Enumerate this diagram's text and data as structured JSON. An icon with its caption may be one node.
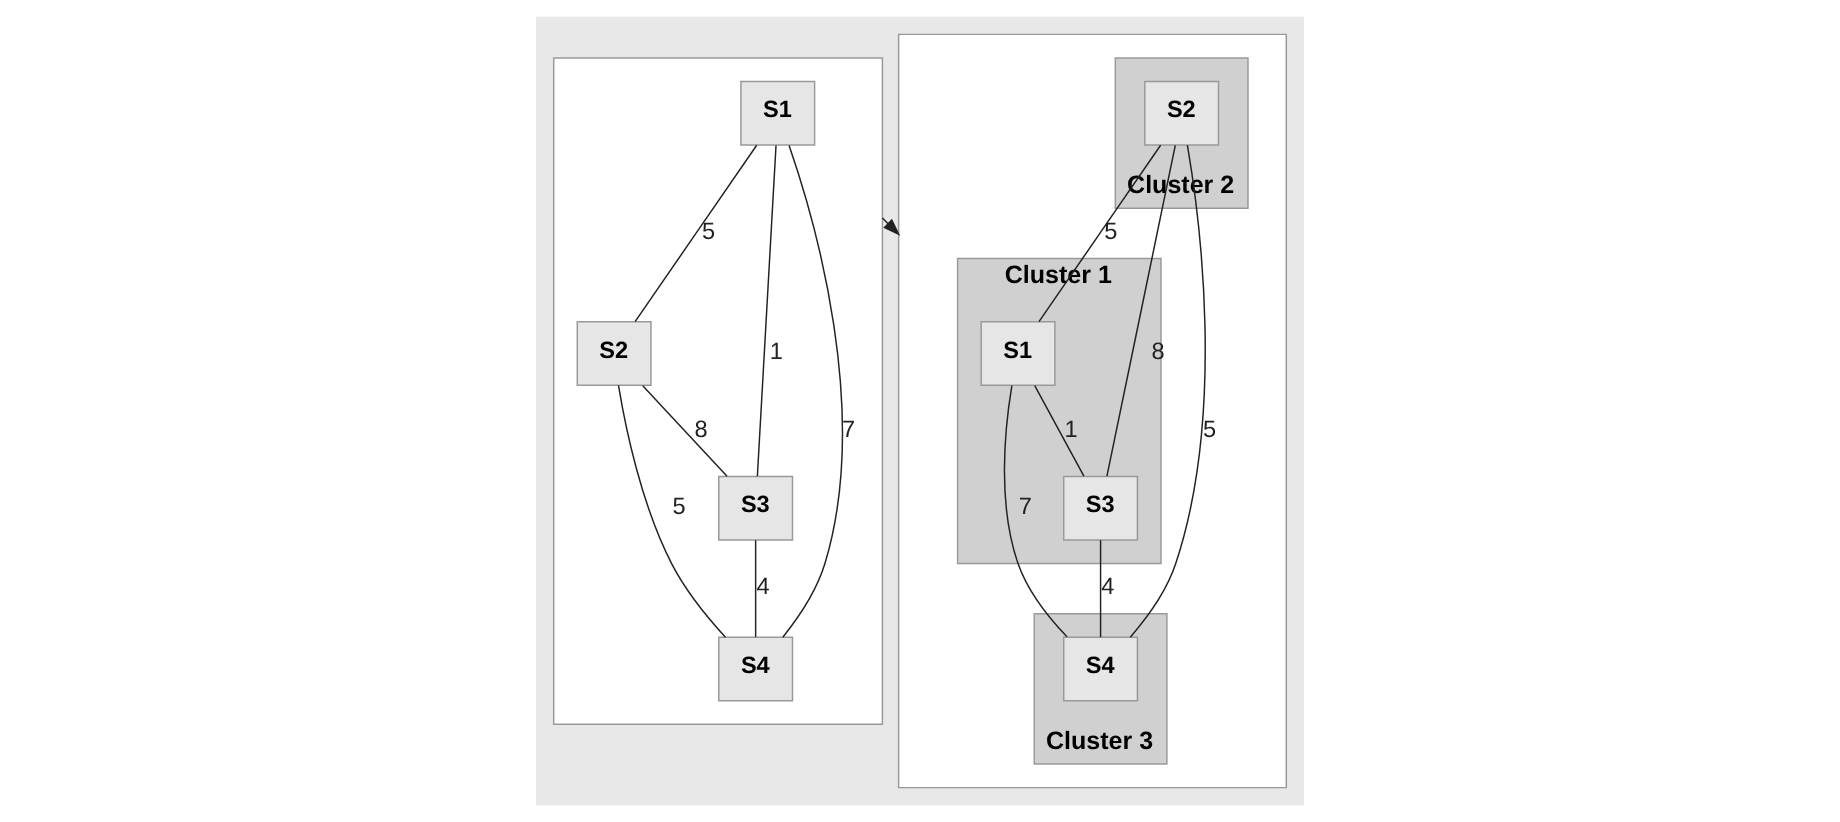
{
  "diagram": {
    "nodes": [
      {
        "text": [],
        "shape": "box"
      },
      {
        "text": [
          "S1"
        ],
        "in": 0
      },
      {
        "text": [
          "S2"
        ],
        "in": 0
      },
      {
        "text": [
          "S3"
        ],
        "in": 0
      },
      {
        "text": [
          "S4"
        ],
        "in": 0
      },
      {
        "text": [],
        "shape": "box"
      },
      {
        "text": [
          "Cluster 1"
        ],
        "in": 5
      },
      {
        "text": [
          "S1"
        ],
        "in": 6
      },
      {
        "text": [
          "S3"
        ],
        "in": 6
      },
      {
        "text": [
          "Cluster 2"
        ],
        "in": 5
      },
      {
        "text": [
          "S2"
        ],
        "in": 9
      },
      {
        "text": [
          "Cluster 3"
        ],
        "in": 5
      },
      {
        "text": [
          "S4"
        ],
        "in": 11
      }
    ],
    "edges": [
      {
        "from": 1,
        "to": 2,
        "arrow": "none",
        "label": "5"
      },
      {
        "from": 1,
        "to": 3,
        "arrow": "none",
        "label": "1"
      },
      {
        "from": 1,
        "to": 4,
        "arrow": "none",
        "label": "7"
      },
      {
        "from": 2,
        "to": 3,
        "arrow": "none",
        "label": "8"
      },
      {
        "from": 2,
        "to": 4,
        "arrow": "none",
        "label": "5"
      },
      {
        "from": 3,
        "to": 4,
        "arrow": "none",
        "label": "4"
      },
      {
        "from": 0,
        "to": 5,
        "arrow": "to"
      },
      {
        "from": 10,
        "to": 7,
        "arrow": "none",
        "label": "5"
      },
      {
        "from": 7,
        "to": 8,
        "arrow": "none",
        "label": "1"
      },
      {
        "from": 10,
        "to": 8,
        "arrow": "none",
        "label": "8"
      },
      {
        "from": 7,
        "to": 12,
        "arrow": "none",
        "label": "7"
      },
      {
        "from": 10,
        "to": 12,
        "arrow": "none",
        "label": "5"
      },
      {
        "from": 8,
        "to": 12,
        "arrow": "none",
        "label": "4"
      }
    ]
  }
}
